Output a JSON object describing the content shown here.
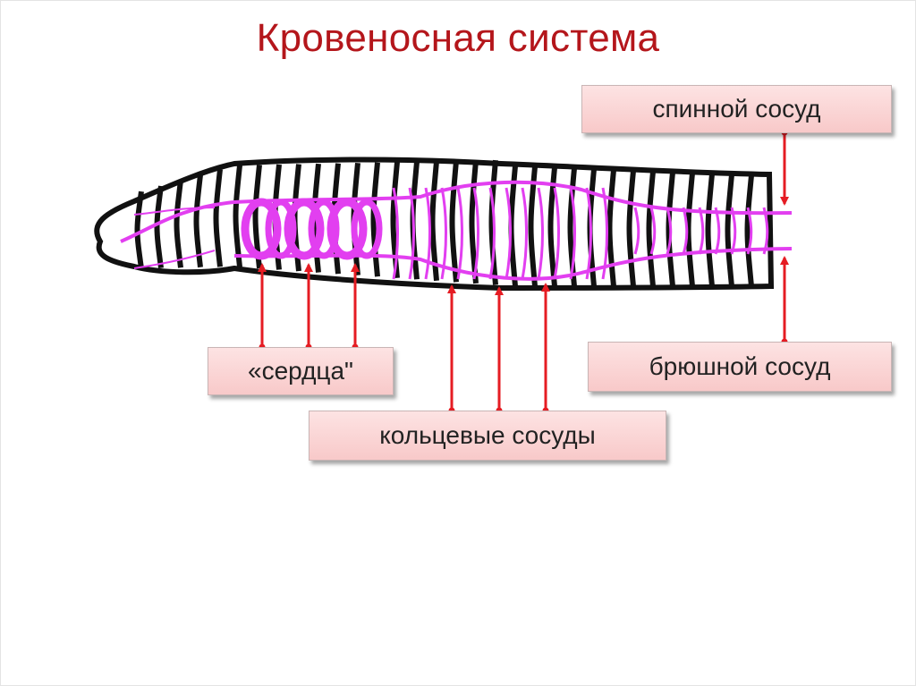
{
  "title": "Кровеносная система",
  "labels": {
    "dorsal_vessel": "спинной сосуд",
    "ventral_vessel": "брюшной сосуд",
    "hearts": "«сердца\"",
    "ring_vessels": "кольцевые сосуды"
  },
  "colors": {
    "title": "#b4161b",
    "vessel": "#e23ff0",
    "arrow": "#e51c23",
    "outline": "#111111"
  }
}
